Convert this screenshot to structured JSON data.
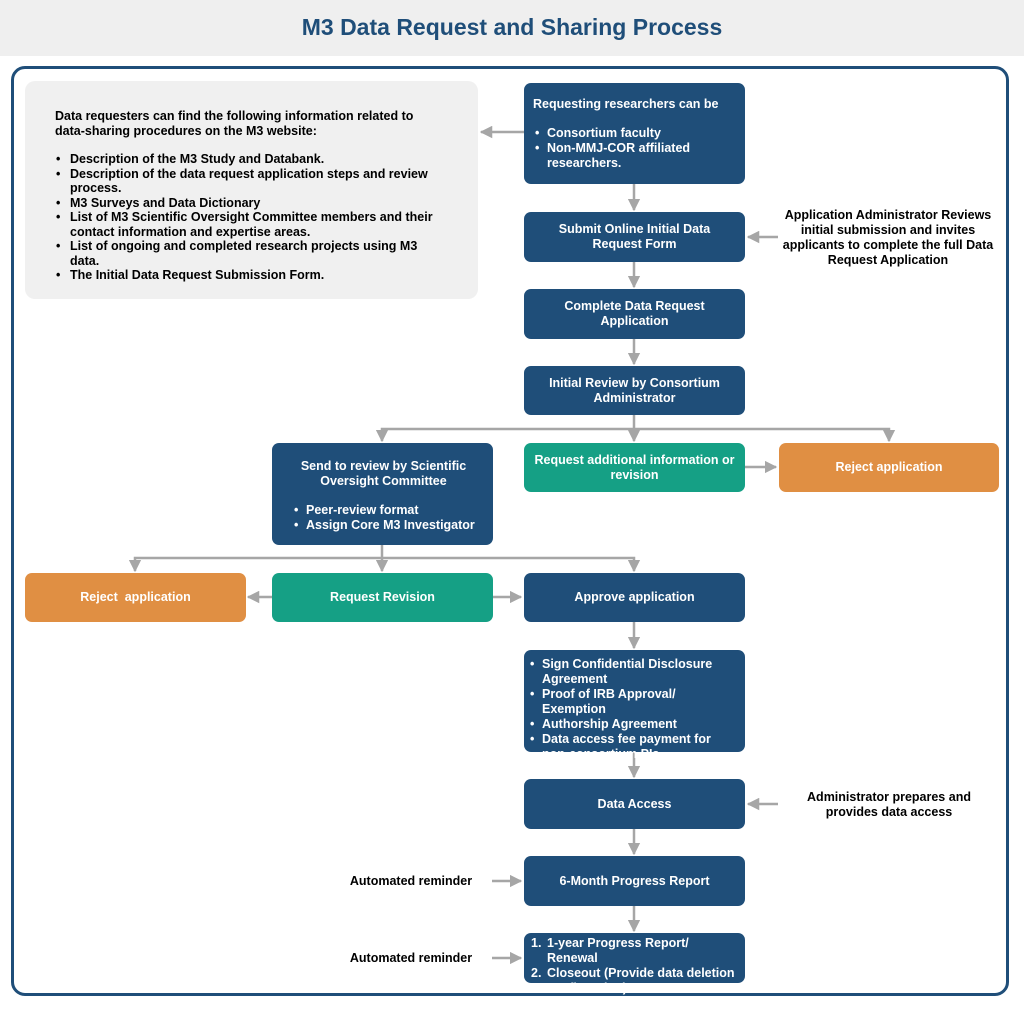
{
  "title": "M3 Data Request and Sharing Process",
  "info_box": {
    "intro": "Data requesters can find the following information related to data-sharing procedures on the M3 website:",
    "items": [
      "Description of the M3 Study and Databank.",
      "Description of the data request application steps and review process.",
      "M3 Surveys and Data Dictionary",
      "List of M3 Scientific Oversight Committee members and their contact information and expertise areas.",
      "List of ongoing and completed research projects using M3 data.",
      "The Initial Data Request Submission Form."
    ]
  },
  "researchers_box": {
    "heading": "Requesting researchers can be",
    "items": [
      "Consortium faculty",
      "Non-MMJ-COR affiliated researchers."
    ]
  },
  "steps": {
    "submit_form": "Submit Online Initial Data Request Form",
    "complete_application": "Complete Data Request Application",
    "initial_review": "Initial Review by Consortium Administrator",
    "request_additional": "Request additional information  or revision",
    "reject_top": "Reject application",
    "reject_bottom": "Reject  application",
    "request_revision": "Request Revision",
    "approve": "Approve application",
    "data_access": "Data Access",
    "progress_6month": "6-Month Progress Report"
  },
  "scientific_review": {
    "heading": "Send to review by Scientific Oversight Committee",
    "items": [
      "Peer-review format",
      "Assign Core M3 Investigator"
    ]
  },
  "agreements": {
    "items": [
      "Sign Confidential Disclosure Agreement",
      "Proof of IRB Approval/ Exemption",
      "Authorship Agreement",
      "Data access fee payment for non-consortium PIs"
    ]
  },
  "final_reports": {
    "items": [
      {
        "n": "1.",
        "text": "1-year Progress Report/ Renewal"
      },
      {
        "n": "2.",
        "text": "Closeout (Provide data deletion confirmation)"
      }
    ]
  },
  "side_notes": {
    "admin_review": "Application Administrator Reviews initial submission and invites applicants to complete the full Data Request Application",
    "admin_prepares": "Administrator prepares and provides data access",
    "reminder_1": "Automated reminder",
    "reminder_2": "Automated reminder"
  },
  "colors": {
    "navy": "#1f4e79",
    "teal": "#15a085",
    "orange": "#e08f43",
    "arrow": "#a6a6a6",
    "info_bg": "#f0f0f0"
  }
}
